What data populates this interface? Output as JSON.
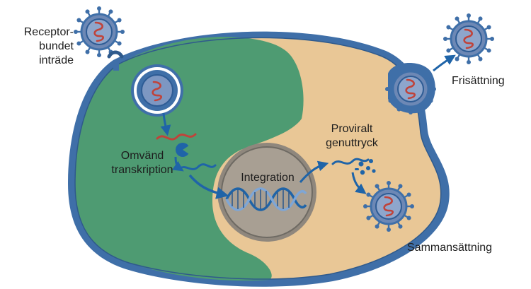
{
  "labels": {
    "entry": [
      "Receptor-",
      "bundet",
      "inträde"
    ],
    "reverse_transcription": [
      "Omvänd",
      "transkription"
    ],
    "integration": "Integration",
    "provirus": [
      "Proviralt",
      "genuttryck"
    ],
    "release": "Frisättning",
    "assembly": "Sammansättning"
  },
  "colors": {
    "green_half": "#4e9b72",
    "tan_half": "#e9c796",
    "membrane": "#3f6fa8",
    "nucleus": "#a89f93",
    "nucleus_ring": "#6e6a63",
    "virion_body": "#6d88b5",
    "virion_rna": "#c0433a",
    "arrow": "#1f64a8",
    "dna_dark": "#1f64a8",
    "dna_light": "#7ea6d6"
  },
  "icons": [
    "virion-icon",
    "receptor-icon",
    "rna-strand-icon",
    "reverse-transcriptase-icon",
    "cdna-strand-icon",
    "dna-helix-icon",
    "protein-fragments-icon",
    "budding-virion-icon"
  ]
}
